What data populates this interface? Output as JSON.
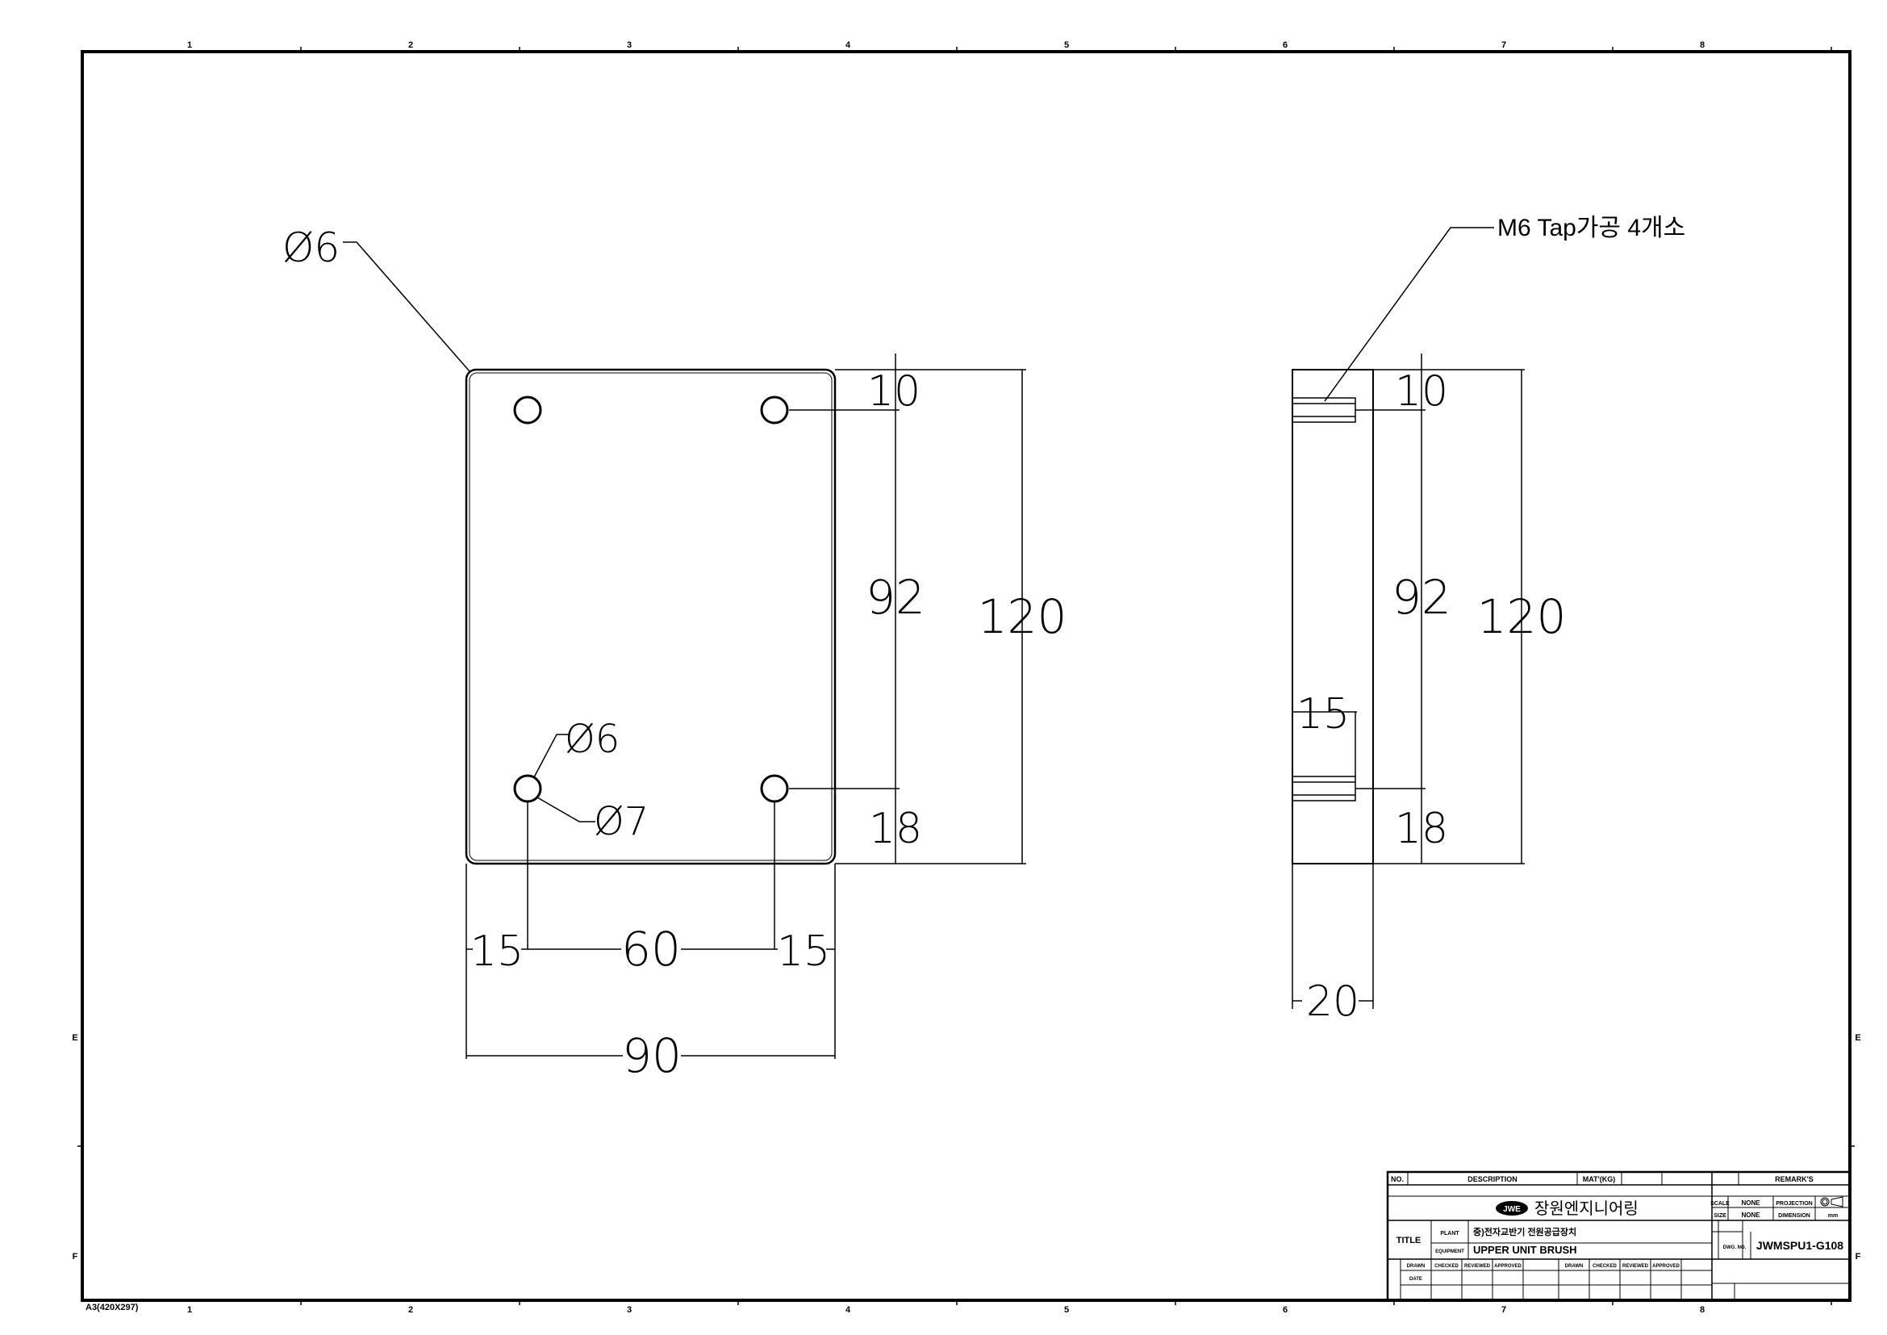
{
  "border": {
    "columns": [
      "1",
      "2",
      "3",
      "4",
      "5",
      "6",
      "7",
      "8"
    ],
    "rows": [
      "E",
      "F"
    ],
    "sheet_size": "A3(420X297)"
  },
  "front_view": {
    "hole_callout_top": "Ø6",
    "hole_callout_small": "Ø6",
    "hole_callout_large": "Ø7",
    "dims": {
      "top_offset": "10",
      "hole_spacing_v": "92",
      "overall_height": "120",
      "bottom_offset": "18",
      "left_offset": "15",
      "hole_spacing_h": "60",
      "right_offset": "15",
      "overall_width": "90"
    }
  },
  "side_view": {
    "note": "M6 Tap가공 4개소",
    "dims": {
      "top_offset": "10",
      "hole_spacing_v": "92",
      "overall_height": "120",
      "tap_depth": "15",
      "bottom_offset": "18",
      "thickness": "20"
    }
  },
  "title_block": {
    "header": {
      "no": "NO.",
      "description": "DESCRIPTION",
      "material": "MAT'(KG)",
      "remarks": "REMARK'S"
    },
    "company_logo": "JWE",
    "company_name": "장원엔지니어링",
    "scale_label": "SCALE",
    "scale_value": "NONE",
    "projection_label": "PROJECTION",
    "size_label": "SIZE",
    "size_value": "NONE",
    "dimension_label": "DIMENSION",
    "dimension_value": "mm",
    "title_label": "TITLE",
    "plant_label": "PLANT",
    "plant_value": "중)전자교반기 전원공급장치",
    "equipment_label": "EQUIPMENT",
    "drawing_title": "UPPER UNIT BRUSH",
    "drawing_no_label": "DWG. NO.",
    "drawing_no": "JWMSPU1-G108",
    "sign_labels": [
      "DRAWN",
      "CHECKED",
      "REVIEWED",
      "APPROVED",
      "DRAWN",
      "CHECKED",
      "REVIEWED",
      "APPROVED"
    ],
    "date_label": "DATE"
  }
}
